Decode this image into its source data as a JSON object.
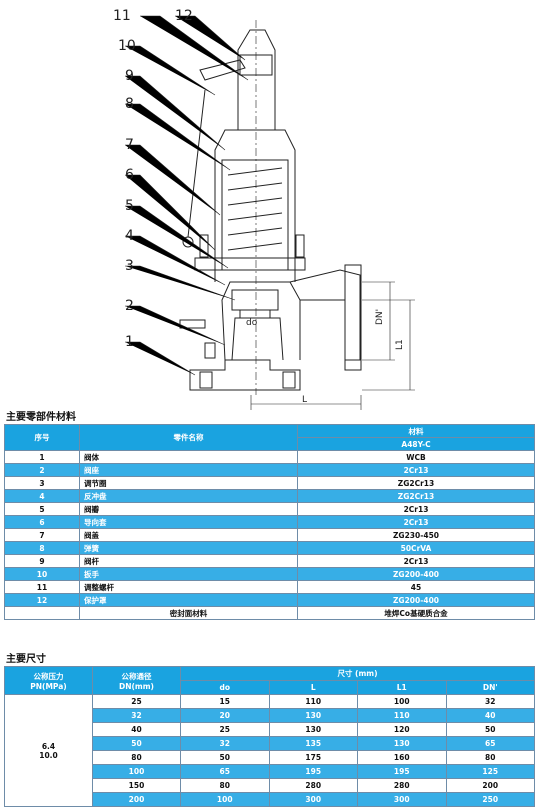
{
  "drawing": {
    "callouts": [
      "1",
      "2",
      "3",
      "4",
      "5",
      "6",
      "7",
      "8",
      "9",
      "10",
      "11",
      "12"
    ],
    "dim_labels": {
      "do": "do",
      "dn": "DN'",
      "l1": "L1",
      "l": "L"
    }
  },
  "materials": {
    "title": "主要零部件材料",
    "headers": {
      "no": "序号",
      "name": "零件名称",
      "material": "材料",
      "model": "A48Y-C"
    },
    "rows": [
      {
        "no": "1",
        "name": "阀体",
        "material": "WCB"
      },
      {
        "no": "2",
        "name": "阀座",
        "material": "2Cr13"
      },
      {
        "no": "3",
        "name": "调节圈",
        "material": "ZG2Cr13"
      },
      {
        "no": "4",
        "name": "反冲盘",
        "material": "ZG2Cr13"
      },
      {
        "no": "5",
        "name": "阀瓣",
        "material": "2Cr13"
      },
      {
        "no": "6",
        "name": "导向套",
        "material": "2Cr13"
      },
      {
        "no": "7",
        "name": "阀盖",
        "material": "ZG230-450"
      },
      {
        "no": "8",
        "name": "弹簧",
        "material": "50CrVA"
      },
      {
        "no": "9",
        "name": "阀杆",
        "material": "2Cr13"
      },
      {
        "no": "10",
        "name": "扳手",
        "material": "ZG200-400"
      },
      {
        "no": "11",
        "name": "调整螺杆",
        "material": "45"
      },
      {
        "no": "12",
        "name": "保护罩",
        "material": "ZG200-400"
      }
    ],
    "footer": {
      "name": "密封面材料",
      "material": "堆焊Co基硬质合金"
    }
  },
  "dimensions": {
    "title": "主要尺寸",
    "headers": {
      "pn": "公称压力",
      "pn_unit": "PN(MPa)",
      "dn": "公称通径",
      "dn_unit": "DN(mm)",
      "size": "尺寸 (mm)",
      "do": "do",
      "l": "L",
      "l1": "L1",
      "dn2": "DN'"
    },
    "pn_values": [
      "6.4",
      "10.0"
    ],
    "rows": [
      {
        "dn": "25",
        "do": "15",
        "l": "110",
        "l1": "100",
        "dn2": "32"
      },
      {
        "dn": "32",
        "do": "20",
        "l": "130",
        "l1": "110",
        "dn2": "40"
      },
      {
        "dn": "40",
        "do": "25",
        "l": "130",
        "l1": "120",
        "dn2": "50"
      },
      {
        "dn": "50",
        "do": "32",
        "l": "135",
        "l1": "130",
        "dn2": "65"
      },
      {
        "dn": "80",
        "do": "50",
        "l": "175",
        "l1": "160",
        "dn2": "80"
      },
      {
        "dn": "100",
        "do": "65",
        "l": "195",
        "l1": "195",
        "dn2": "125"
      },
      {
        "dn": "150",
        "do": "80",
        "l": "280",
        "l1": "280",
        "dn2": "200"
      },
      {
        "dn": "200",
        "do": "100",
        "l": "300",
        "l1": "300",
        "dn2": "250"
      }
    ]
  }
}
